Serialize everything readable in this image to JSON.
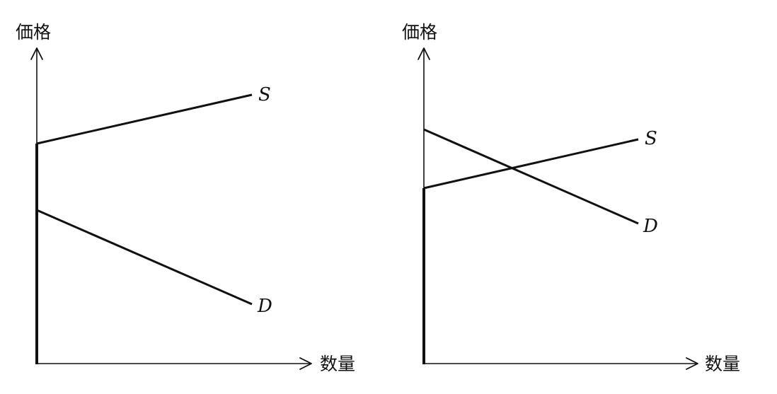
{
  "panels": [
    {
      "y_axis_label": "価格",
      "x_axis_label": "数量",
      "supply_label": "S",
      "demand_label": "D"
    },
    {
      "y_axis_label": "価格",
      "x_axis_label": "数量",
      "supply_label": "S",
      "demand_label": "D"
    }
  ]
}
